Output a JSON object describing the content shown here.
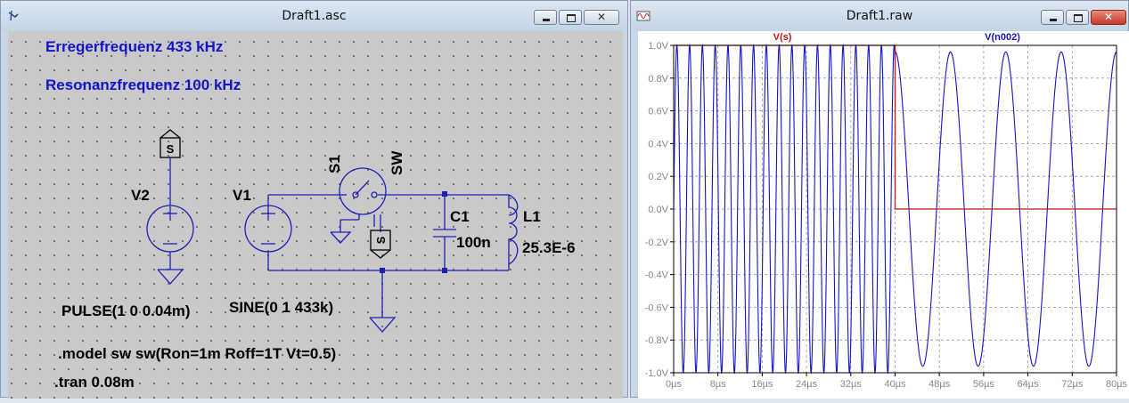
{
  "schematic": {
    "title": "Draft1.asc",
    "comment1": "Erregerfrequenz 433 kHz",
    "comment2": "Resonanzfrequenz 100 kHz",
    "v2": {
      "name": "V2",
      "value": "PULSE(1 0 0.04m)"
    },
    "v1": {
      "name": "V1",
      "value": "SINE(0 1 433k)"
    },
    "s1": {
      "name": "S1",
      "model": "SW"
    },
    "c1": {
      "name": "C1",
      "value": "100n"
    },
    "l1": {
      "name": "L1",
      "value": "25.3E-6"
    },
    "net_label": "S",
    "directive_model": ".model sw sw(Ron=1m Roff=1T Vt=0.5)",
    "directive_tran": ".tran 0.08m",
    "colors": {
      "comment": "#1414c8",
      "wire": "#1f1fb4",
      "canvas": "#c9c9c9"
    }
  },
  "waveform": {
    "title": "Draft1.raw",
    "traces": [
      {
        "name": "V(s)",
        "color": "#c81414"
      },
      {
        "name": "V(n002)",
        "color": "#1414c8"
      }
    ],
    "x_ticks": [
      "0µs",
      "8µs",
      "16µs",
      "24µs",
      "32µs",
      "40µs",
      "48µs",
      "56µs",
      "64µs",
      "72µs",
      "80µs"
    ],
    "y_ticks": [
      "1.0V",
      "0.8V",
      "0.6V",
      "0.4V",
      "0.2V",
      "0.0V",
      "-0.2V",
      "-0.4V",
      "-0.6V",
      "-0.8V",
      "-1.0V"
    ]
  },
  "chart_data": {
    "type": "line",
    "xlim": [
      0,
      80
    ],
    "ylim": [
      -1.0,
      1.0
    ],
    "x_unit": "µs",
    "y_unit": "V",
    "grid": true,
    "series": [
      {
        "name": "V(s)",
        "points": [
          [
            0,
            1.0
          ],
          [
            40,
            1.0
          ],
          [
            40,
            0.0
          ],
          [
            80,
            0.0
          ]
        ]
      },
      {
        "name": "V(n002)",
        "segments": [
          {
            "x_range": [
              0,
              40
            ],
            "shape": "sine",
            "frequency_khz": 433,
            "amplitude": 1.0
          },
          {
            "x_range": [
              40,
              80
            ],
            "shape": "sine",
            "frequency_khz": 100,
            "amplitude": 0.96
          }
        ]
      }
    ]
  }
}
